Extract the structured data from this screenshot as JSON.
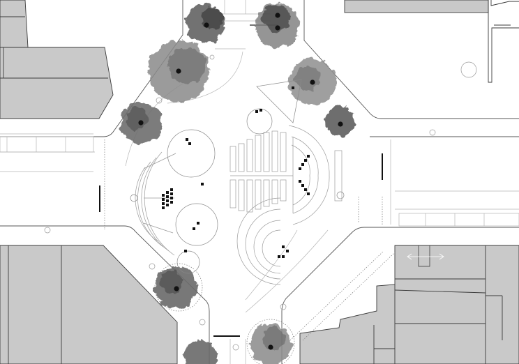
{
  "drawing": {
    "kind": "site plan",
    "view": "top-down",
    "palette": {
      "background": "#ffffff",
      "building_fill": "#c9c9c9",
      "outline": "#3a3a3a",
      "tree_dark": "#4a4a4a",
      "tree_mid": "#7a7a7a",
      "tree_light": "#a8a8a8",
      "seat_marks": "#111111"
    },
    "layers": [
      "buildings",
      "curbs",
      "street-trees",
      "amphitheatre-benches",
      "seating-marks",
      "light-poles",
      "bollard-bars"
    ]
  }
}
